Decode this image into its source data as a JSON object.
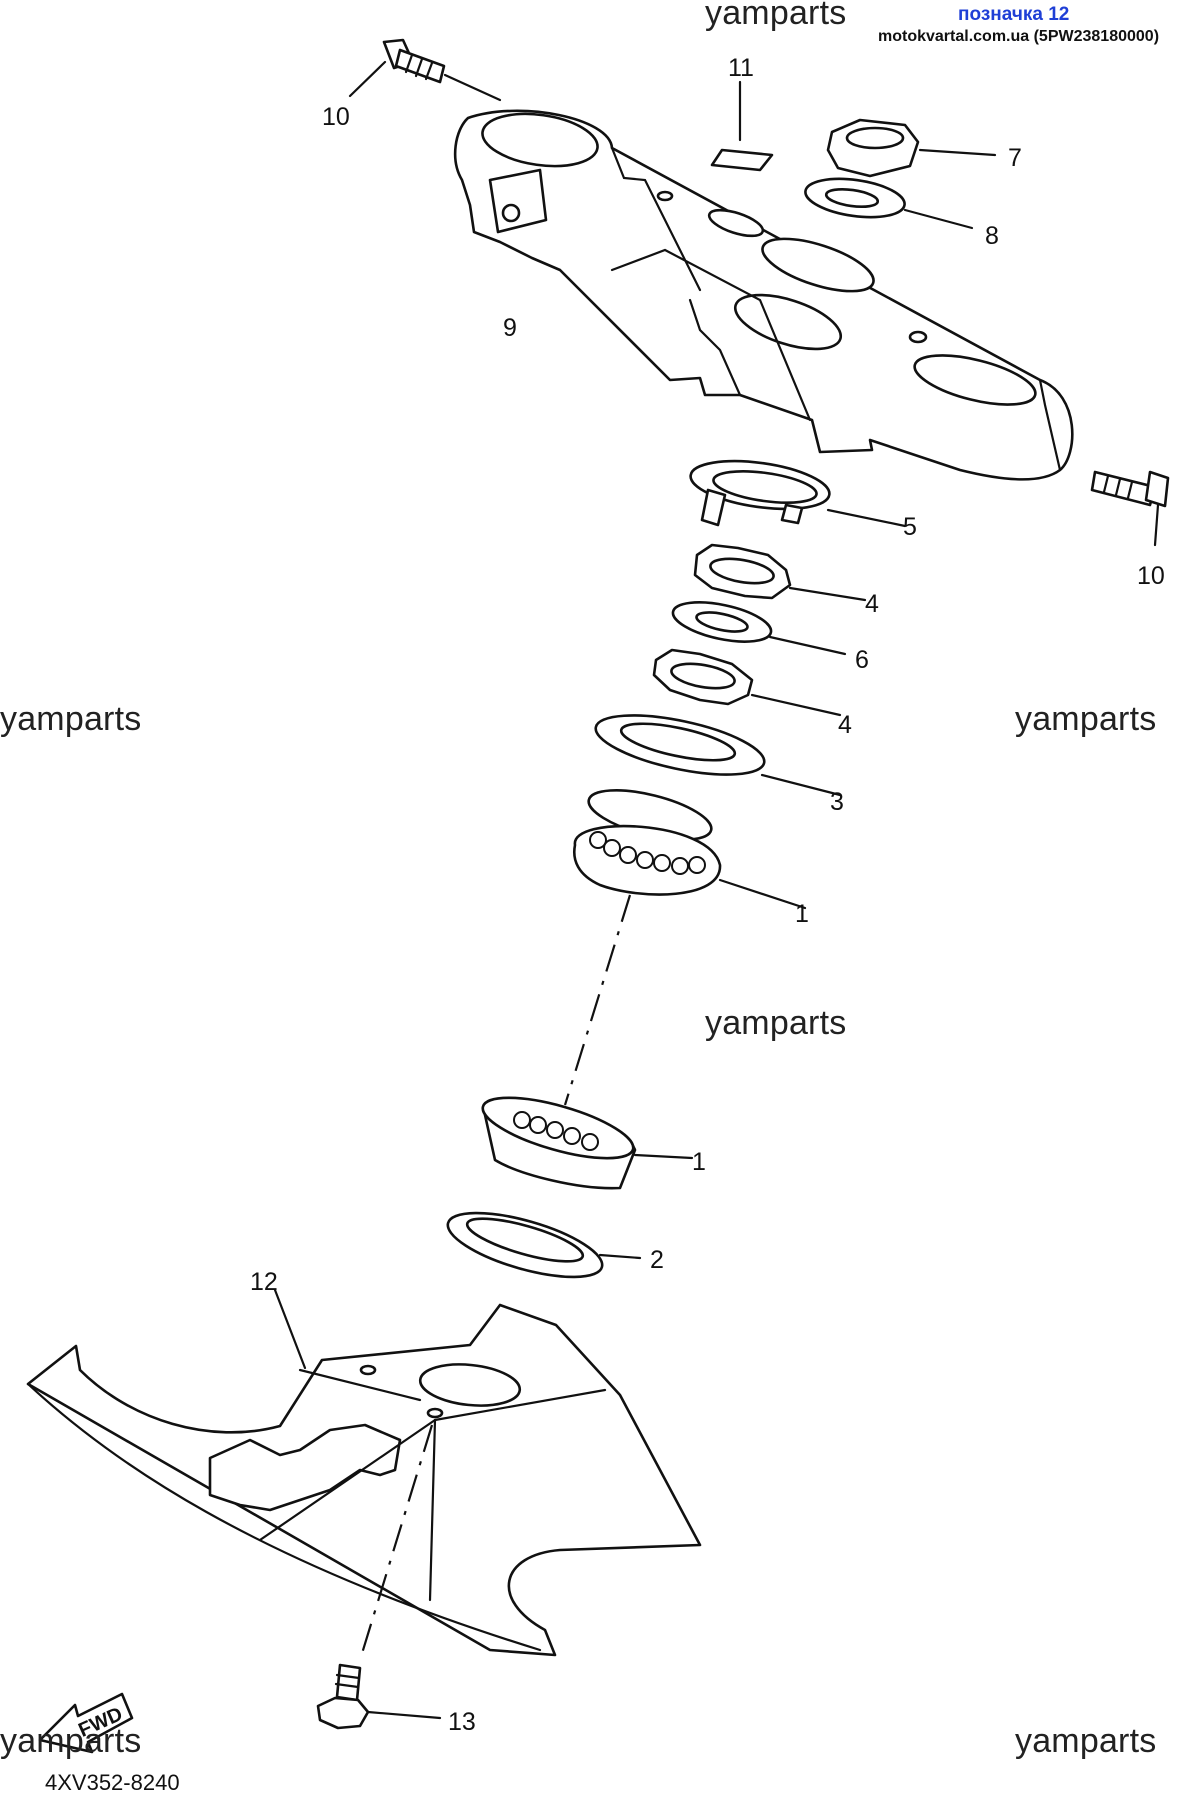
{
  "header": {
    "link_label": "позначка 12",
    "source": "motokvartal.com.ua (5PW238180000)"
  },
  "watermark": "yamparts",
  "diagram_code": "4XV352-8240",
  "fwd_label": "FWD",
  "callouts": [
    "10",
    "11",
    "7",
    "8",
    "9",
    "10",
    "5",
    "4",
    "6",
    "4",
    "3",
    "1",
    "1",
    "2",
    "12",
    "13"
  ]
}
